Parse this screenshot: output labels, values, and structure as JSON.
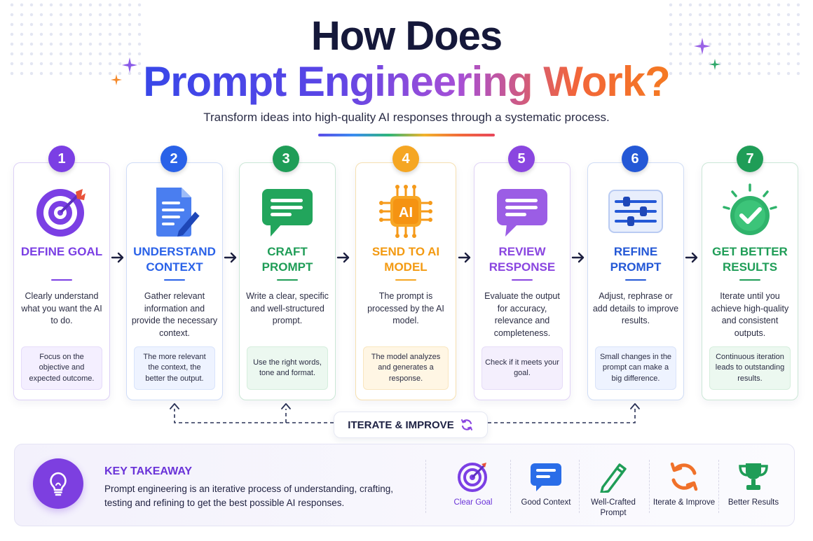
{
  "title": {
    "line1": "How Does",
    "line2": "Prompt Engineering Work?"
  },
  "subtitle": "Transform ideas into high-quality AI responses through a systematic process.",
  "steps": [
    {
      "number": "1",
      "title": "DEFINE GOAL",
      "desc": "Clearly understand what you want the AI to do.",
      "note": "Focus on the objective and expected outcome.",
      "color": "#7b3fe4",
      "icon": "target-icon"
    },
    {
      "number": "2",
      "title": "UNDERSTAND CONTEXT",
      "desc": "Gather relevant information and provide the necessary context.",
      "note": "The more relevant the context, the better the output.",
      "color": "#2a62e8",
      "icon": "document-pen-icon"
    },
    {
      "number": "3",
      "title": "CRAFT PROMPT",
      "desc": "Write a clear, specific and well-structured prompt.",
      "note": "Use the right words, tone and format.",
      "color": "#1f9d57",
      "icon": "chat-bubble-icon"
    },
    {
      "number": "4",
      "title": "SEND TO AI MODEL",
      "desc": "The prompt is processed by the AI model.",
      "note": "The model analyzes and generates a response.",
      "color": "#f5a623",
      "icon": "ai-chip-icon"
    },
    {
      "number": "5",
      "title": "REVIEW RESPONSE",
      "desc": "Evaluate the output for accuracy, relevance and completeness.",
      "note": "Check if it meets your goal.",
      "color": "#8a46e0",
      "icon": "message-icon"
    },
    {
      "number": "6",
      "title": "REFINE PROMPT",
      "desc": "Adjust, rephrase or add details to improve results.",
      "note": "Small changes in the prompt can make a big difference.",
      "color": "#2458d6",
      "icon": "sliders-icon"
    },
    {
      "number": "7",
      "title": "GET BETTER RESULTS",
      "desc": "Iterate until you achieve high-quality and consistent outputs.",
      "note": "Continuous iteration leads to outstanding results.",
      "color": "#1f9d57",
      "icon": "check-badge-icon"
    }
  ],
  "iterate_label": "ITERATE & IMPROVE",
  "takeaway": {
    "title": "KEY TAKEAWAY",
    "text": "Prompt engineering is an iterative process of understanding, crafting, testing and refining to get the best possible AI responses.",
    "benefits": [
      {
        "label": "Clear Goal",
        "icon": "target-icon"
      },
      {
        "label": "Good Context",
        "icon": "chat-icon"
      },
      {
        "label": "Well-Crafted Prompt",
        "icon": "pencil-icon"
      },
      {
        "label": "Iterate & Improve",
        "icon": "refresh-icon"
      },
      {
        "label": "Better Results",
        "icon": "trophy-icon"
      }
    ]
  },
  "colors": {
    "purple": "#7b3fe4",
    "blue": "#2a62e8",
    "green": "#1f9d57",
    "orange": "#f5a623",
    "navy": "#15183a"
  }
}
